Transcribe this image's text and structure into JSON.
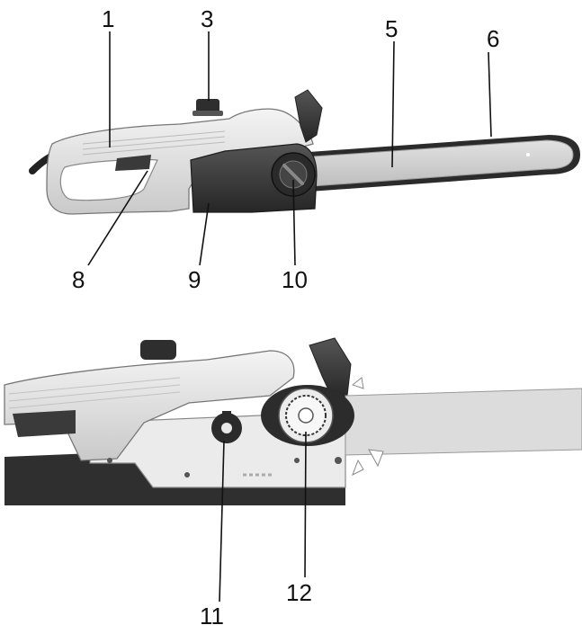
{
  "callouts": {
    "n1": "1",
    "n3": "3",
    "n5": "5",
    "n6": "6",
    "n8": "8",
    "n9": "9",
    "n10": "10",
    "n11": "11",
    "n12": "12"
  }
}
